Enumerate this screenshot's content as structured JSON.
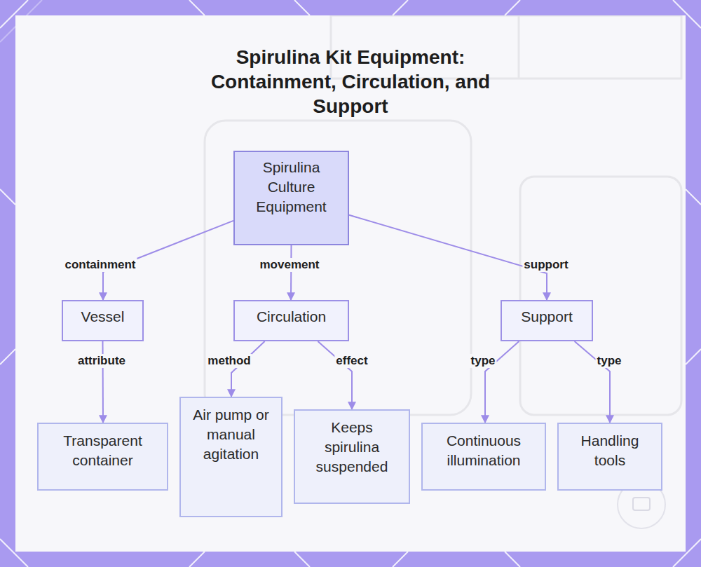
{
  "diagram": {
    "title": "Spirulina Kit Equipment: Containment, Circulation, and Support",
    "nodes": [
      {
        "text": [
          "Spirulina Culture Equipment"
        ]
      },
      {
        "text": [
          "Vessel"
        ]
      },
      {
        "text": [
          "Circulation"
        ]
      },
      {
        "text": [
          "Support"
        ]
      },
      {
        "text": [
          "Transparent container"
        ]
      },
      {
        "text": [
          "Air pump or manual agitation"
        ]
      },
      {
        "text": [
          "Keeps spirulina suspended"
        ]
      },
      {
        "text": [
          "Continuous illumination"
        ]
      },
      {
        "text": [
          "Handling tools"
        ]
      }
    ],
    "edges": [
      {
        "from": 0,
        "to": 1,
        "label": "containment",
        "arrow": "to"
      },
      {
        "from": 0,
        "to": 2,
        "label": "movement",
        "arrow": "to"
      },
      {
        "from": 0,
        "to": 3,
        "label": "support",
        "arrow": "to"
      },
      {
        "from": 1,
        "to": 4,
        "label": "attribute",
        "arrow": "to"
      },
      {
        "from": 2,
        "to": 5,
        "label": "method",
        "arrow": "to"
      },
      {
        "from": 2,
        "to": 6,
        "label": "effect",
        "arrow": "to"
      },
      {
        "from": 3,
        "to": 7,
        "label": "type",
        "arrow": "to"
      },
      {
        "from": 3,
        "to": 8,
        "label": "type",
        "arrow": "to"
      }
    ]
  }
}
